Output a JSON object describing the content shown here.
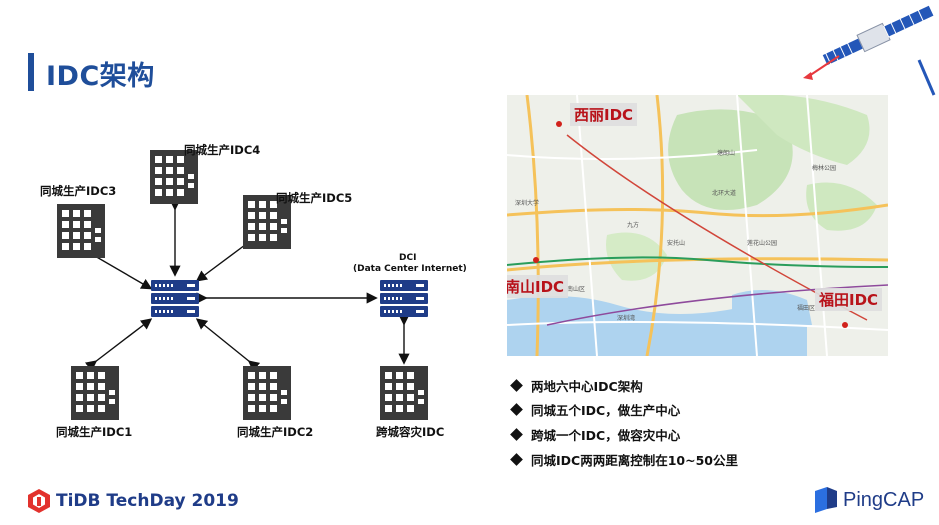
{
  "slide": {
    "title": "IDC架构"
  },
  "diagram": {
    "nodes": {
      "idc1": "同城生产IDC1",
      "idc2": "同城生产IDC2",
      "idc3": "同城生产IDC3",
      "idc4": "同城生产IDC4",
      "idc5": "同城生产IDC5",
      "disaster": "跨城容灾IDC",
      "dci_title": "DCI",
      "dci_sub": "(Data Center Internet)"
    }
  },
  "map": {
    "tags": {
      "xili": "西丽IDC",
      "nanshan": "南山IDC",
      "futian": "福田IDC"
    },
    "place_labels": [
      "深圳大学",
      "九方",
      "南山区",
      "北环大道",
      "深圳湾",
      "福田区",
      "莲花山公园",
      "梅林公园",
      "塘朗山",
      "安托山"
    ]
  },
  "bullets": [
    "两地六中心IDC架构",
    "同城五个IDC，做生产中心",
    "跨城一个IDC，做容灾中心",
    "同城IDC两两距离控制在10~50公里"
  ],
  "footer": {
    "event": "TiDB TechDay 2019",
    "brand": "PingCAP"
  },
  "colors": {
    "primary": "#1f4e9a",
    "map_tag_text": "#b8121a",
    "server": "#1f3c88"
  }
}
